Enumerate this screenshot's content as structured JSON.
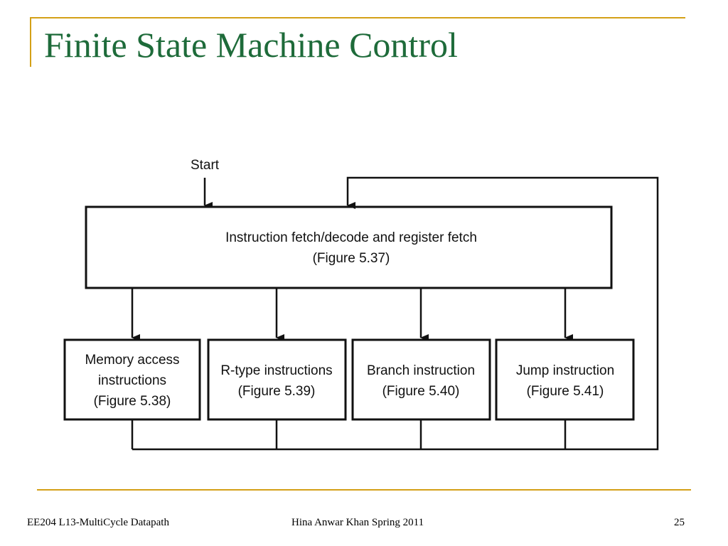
{
  "slide": {
    "title": "Finite State Machine Control"
  },
  "diagram": {
    "start_label": "Start",
    "fetch_box": {
      "line1": "Instruction fetch/decode and register fetch",
      "line2": "(Figure 5.37)"
    },
    "states": [
      {
        "line1": "Memory access",
        "line2": "instructions",
        "line3": "(Figure 5.38)"
      },
      {
        "line1": "R-type instructions",
        "line2": "(Figure 5.39)"
      },
      {
        "line1": "Branch instruction",
        "line2": "(Figure 5.40)"
      },
      {
        "line1": "Jump instruction",
        "line2": "(Figure 5.41)"
      }
    ]
  },
  "footer": {
    "left": "EE204 L13-MultiCycle Datapath",
    "center": "Hina Anwar Khan Spring 2011",
    "page_number": "25"
  },
  "colors": {
    "accent": "#d4a017",
    "title": "#1e6b3a",
    "lines": "#111111"
  }
}
